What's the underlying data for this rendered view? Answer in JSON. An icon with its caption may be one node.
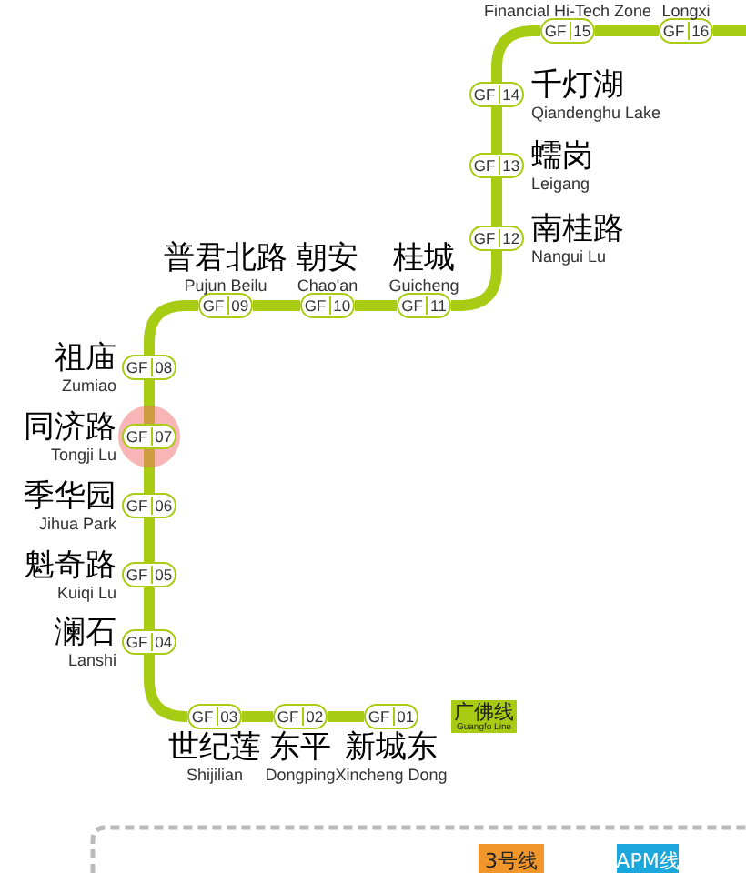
{
  "diagram": {
    "nodes": [
      {
        "text": [
          "GF",
          "01"
        ],
        "beside": [
          "新城东",
          "Xincheng Dong"
        ]
      },
      {
        "text": [
          "GF",
          "02"
        ],
        "beside": [
          "东平",
          "Dongping"
        ]
      },
      {
        "text": [
          "GF",
          "03"
        ],
        "beside": [
          "世纪莲",
          "Shijilian"
        ]
      },
      {
        "text": [
          "GF",
          "04"
        ],
        "beside": [
          "澜石",
          "Lanshi"
        ]
      },
      {
        "text": [
          "GF",
          "05"
        ],
        "beside": [
          "魁奇路",
          "Kuiqi Lu"
        ]
      },
      {
        "text": [
          "GF",
          "06"
        ],
        "beside": [
          "季华园",
          "Jihua Park"
        ]
      },
      {
        "text": [
          "GF",
          "07"
        ],
        "beside": [
          "同济路",
          "Tongji Lu"
        ]
      },
      {
        "text": [
          "GF",
          "08"
        ],
        "beside": [
          "祖庙",
          "Zumiao"
        ]
      },
      {
        "text": [
          "GF",
          "09"
        ],
        "beside": [
          "普君北路",
          "Pujun Beilu"
        ]
      },
      {
        "text": [
          "GF",
          "10"
        ],
        "beside": [
          "朝安",
          "Chao'an"
        ]
      },
      {
        "text": [
          "GF",
          "11"
        ],
        "beside": [
          "桂城",
          "Guicheng"
        ]
      },
      {
        "text": [
          "GF",
          "12"
        ],
        "beside": [
          "南桂路",
          "Nangui Lu"
        ]
      },
      {
        "text": [
          "GF",
          "13"
        ],
        "beside": [
          "蠕岗",
          "Leigang"
        ]
      },
      {
        "text": [
          "GF",
          "14"
        ],
        "beside": [
          "千灯湖",
          "Qiandenghu Lake"
        ]
      },
      {
        "text": [
          "GF",
          "15"
        ],
        "beside": [
          "Financial Hi-Tech Zone"
        ]
      },
      {
        "text": [
          "GF",
          "16"
        ],
        "beside": [
          "Longxi"
        ]
      },
      {
        "text": [
          "广佛线",
          "Guangfo Line"
        ]
      },
      {
        "text": [
          "3号线"
        ]
      },
      {
        "text": [
          "APM线"
        ]
      }
    ],
    "edges": [
      {
        "from": 0,
        "to": 1,
        "arrow": "none"
      },
      {
        "from": 1,
        "to": 2,
        "arrow": "none"
      },
      {
        "from": 2,
        "to": 3,
        "arrow": "none"
      },
      {
        "from": 3,
        "to": 4,
        "arrow": "none"
      },
      {
        "from": 4,
        "to": 5,
        "arrow": "none"
      },
      {
        "from": 5,
        "to": 6,
        "arrow": "none"
      },
      {
        "from": 6,
        "to": 7,
        "arrow": "none"
      },
      {
        "from": 7,
        "to": 8,
        "arrow": "none"
      },
      {
        "from": 8,
        "to": 9,
        "arrow": "none"
      },
      {
        "from": 9,
        "to": 10,
        "arrow": "none"
      },
      {
        "from": 10,
        "to": 11,
        "arrow": "none"
      },
      {
        "from": 11,
        "to": 12,
        "arrow": "none"
      },
      {
        "from": 12,
        "to": 13,
        "arrow": "none"
      },
      {
        "from": 13,
        "to": 14,
        "arrow": "none"
      },
      {
        "from": 14,
        "to": 15,
        "arrow": "none"
      },
      {
        "from": 15,
        "to": null,
        "arrow": "none"
      }
    ]
  }
}
